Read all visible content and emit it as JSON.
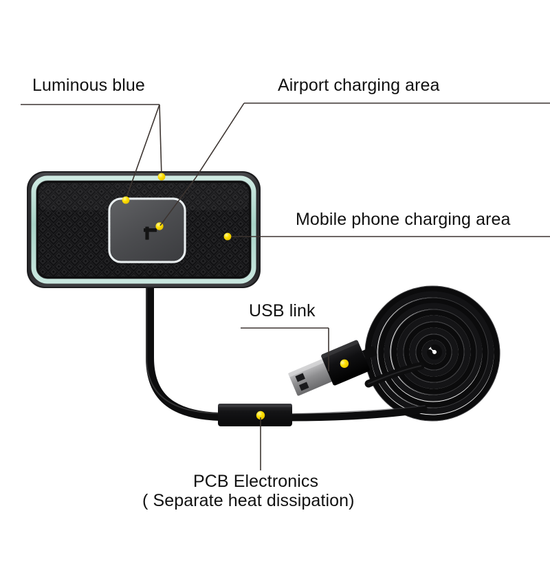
{
  "diagram": {
    "title": "Wireless Charging Pad Annotated Product Diagram",
    "background_color": "#ffffff",
    "callouts": [
      {
        "id": "luminous-blue",
        "label": "Luminous blue",
        "marker_color": "#ffe000",
        "leader_color": "#3c3430",
        "targets": "pad edge glow and inner pad corner"
      },
      {
        "id": "airport-charging-area",
        "label": "Airport charging area",
        "marker_color": "#ffe000",
        "leader_color": "#3c3430",
        "targets": "upper right corner of pad surface"
      },
      {
        "id": "mobile-phone-charging-area",
        "label": "Mobile phone charging area",
        "marker_color": "#ffe000",
        "leader_color": "#3c3430",
        "targets": "right hand pad surface"
      },
      {
        "id": "usb-link",
        "label": "USB link",
        "marker_color": "#ffe000",
        "leader_color": "#3c3430",
        "targets": "USB type-A connector"
      },
      {
        "id": "pcb-electronics",
        "label": "PCB Electronics",
        "sublabel": "( Separate heat dissipation)",
        "marker_color": "#ffe000",
        "leader_color": "#3c3430",
        "targets": "inline cable control box"
      }
    ],
    "product": {
      "pad": {
        "name": "wireless-charging-pad",
        "body_color": "#2b2b2d",
        "texture_color": "#1a1a1c",
        "glow_color": "#b9dcd2",
        "bezel_color": "#3a3a3c",
        "inner_zone_color": "#4f5052",
        "inner_zone_outline": "#e8eef0",
        "crosshair_color": "#141414",
        "crosshair_symbol": "+"
      },
      "cable": {
        "name": "usb-cable",
        "color": "#111113",
        "coil_turns": 9
      },
      "pcb_box": {
        "name": "pcb-inline-box",
        "color": "#1b1b1d",
        "indicator_color": "#ffe000"
      },
      "usb_connector": {
        "name": "usb-a-connector",
        "shell_color": "#9a9a9c",
        "housing_color": "#131315",
        "indicator_color": "#ffe000"
      }
    }
  }
}
